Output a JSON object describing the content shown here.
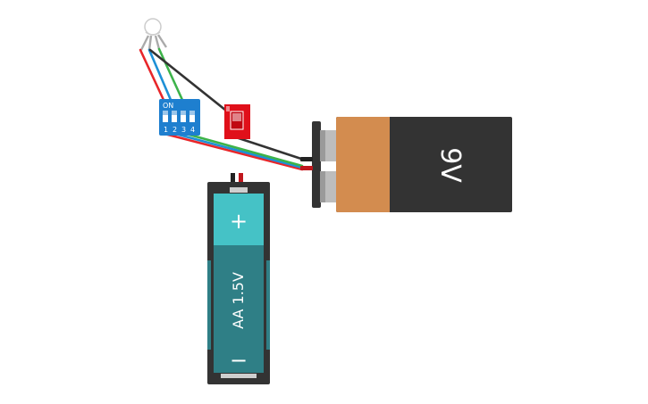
{
  "dip_switch": {
    "on_label": "ON",
    "positions": [
      "1",
      "2",
      "3",
      "4"
    ]
  },
  "battery_9v": {
    "label": "9V"
  },
  "battery_aa": {
    "label": "AA 1.5V",
    "plus": "+",
    "minus": "−"
  },
  "colors": {
    "wire_red": "#e8262a",
    "wire_blue": "#1e90d6",
    "wire_green": "#3db34a",
    "wire_black": "#333333",
    "dip_body": "#1e7fcf",
    "slide_switch_body": "#e0101a",
    "battery_9v_label": "#d38c4f",
    "battery_9v_body": "#333333",
    "battery_aa_top": "#45c2c6",
    "battery_aa_body": "#2f7f86"
  }
}
